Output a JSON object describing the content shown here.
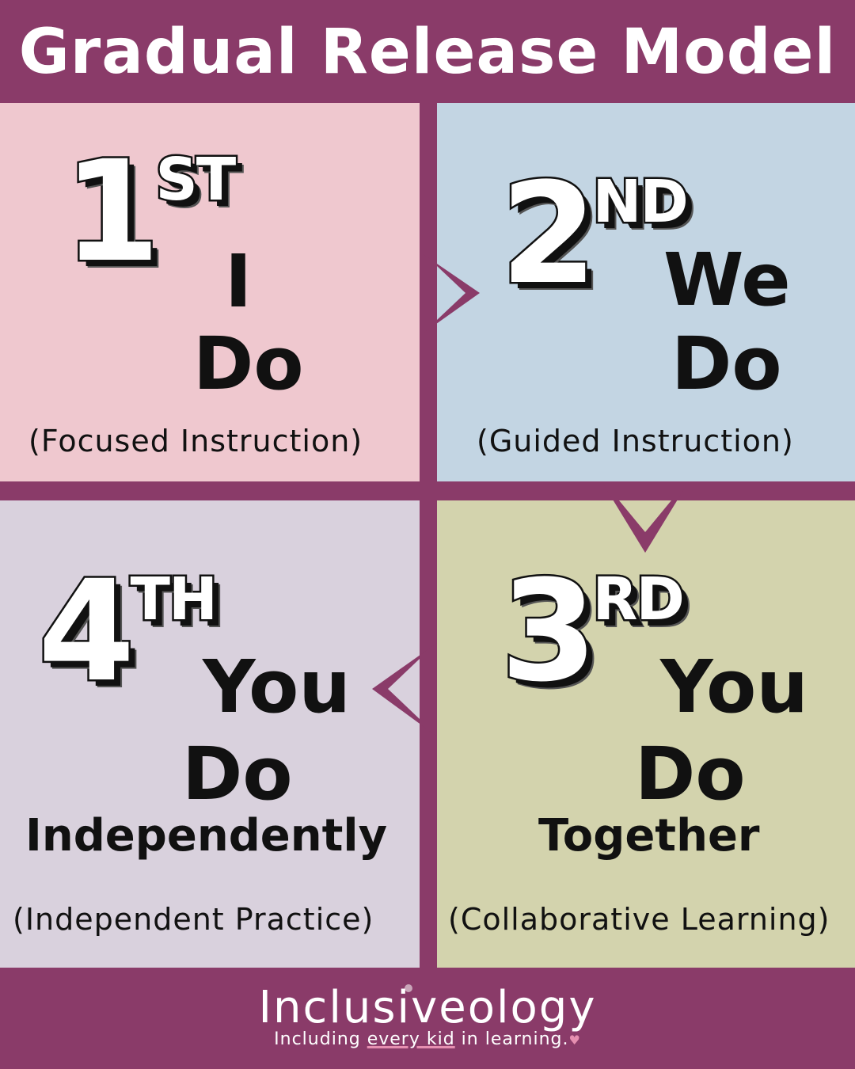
{
  "title": "Gradual Release Model",
  "panels": {
    "first": {
      "ordinal_number": "1",
      "ordinal_suffix": "ST",
      "line1": "I",
      "line2": "Do",
      "line3": "",
      "caption": "(Focused Instruction)",
      "bg": "#efc8cf"
    },
    "second": {
      "ordinal_number": "2",
      "ordinal_suffix": "ND",
      "line1": "We",
      "line2": "Do",
      "line3": "",
      "caption": "(Guided Instruction)",
      "bg": "#c3d5e3"
    },
    "third": {
      "ordinal_number": "3",
      "ordinal_suffix": "RD",
      "line1": "You",
      "line2": "Do",
      "line3": "Together",
      "caption": "(Collaborative Learning)",
      "bg": "#d3d3ad"
    },
    "fourth": {
      "ordinal_number": "4",
      "ordinal_suffix": "TH",
      "line1": "You",
      "line2": "Do",
      "line3": "Independently",
      "caption": "(Independent Practice)",
      "bg": "#d9d1dd"
    }
  },
  "footer": {
    "brand": "Inclusiveology",
    "tagline_pre": "Including ",
    "tagline_emph": "every kid",
    "tagline_post": " in learning."
  },
  "colors": {
    "background": "#8a3b69",
    "title_text": "#ffffff",
    "text": "#111111"
  },
  "icons": {
    "arrows": [
      "arrow-right-icon",
      "arrow-down-icon",
      "arrow-left-icon"
    ],
    "logo_dot": "logo-dot-icon",
    "heart": "heart-icon"
  }
}
